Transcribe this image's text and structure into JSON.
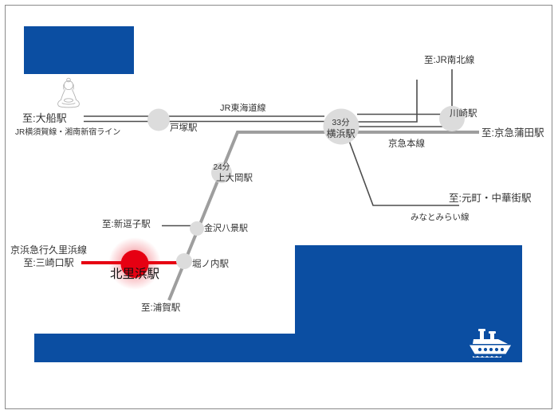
{
  "colors": {
    "brand_blue": "#0b4ea2",
    "highlight_red": "#e60012",
    "jr_line_gray": "#4d4d4d",
    "keikyu_line_gray": "#9e9e9e",
    "station_circle_gray": "#dcdcdc",
    "label_text": "#333333",
    "frame_border": "#8a8a8a"
  },
  "map": {
    "highlight_station": {
      "name": "北里浜駅"
    },
    "stations": {
      "totsuka": "戸塚駅",
      "yokohama": "横浜駅",
      "yokohama_minutes": "33分",
      "kawasaki": "川崎駅",
      "kamiooka": "上大岡駅",
      "kamiooka_minutes": "24分",
      "kanazawa_hakkei": "金沢八景駅",
      "horinouchi": "堀ノ内駅"
    },
    "lines": {
      "jr_tokaido": "JR東海道線",
      "jr_yokosuka_shonan": "JR横須賀線・湘南新宿ライン",
      "keikyu_main": "京急本線",
      "minatomirai": "みなとみらい線",
      "keihin_kyuko_kurihama": "京浜急行久里浜線"
    },
    "destinations": {
      "ofuna": "至:大船駅",
      "jr_nanboku": "至:JR南北線",
      "keikyu_kamata": "至:京急蒲田駅",
      "motomachi_chukagai": "至:元町・中華街駅",
      "shinzushi": "至:新逗子駅",
      "uraga": "至:浦賀駅",
      "misakiguchi": "至:三崎口駅"
    },
    "icons": {
      "buddha": "buddha-statue-icon",
      "ship": "ferry-ship-icon"
    }
  }
}
